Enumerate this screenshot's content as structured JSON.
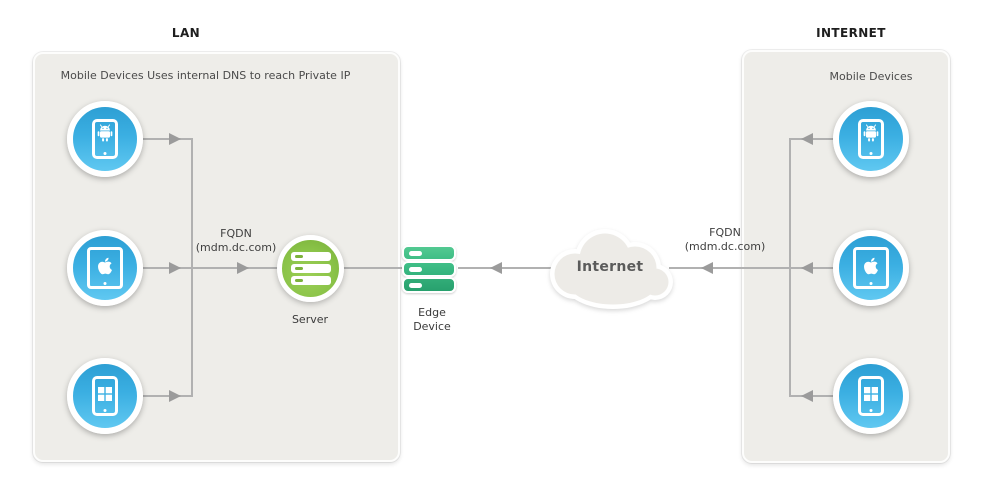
{
  "lan": {
    "title": "LAN",
    "caption": "Mobile Devices Uses internal DNS to reach Private IP",
    "devices": [
      "android-phone",
      "apple-tablet",
      "windows-phone"
    ],
    "fqdn": {
      "line1": "FQDN",
      "line2": "(mdm.dc.com)"
    },
    "server_label": "Server"
  },
  "edge": {
    "label_line1": "Edge",
    "label_line2": "Device"
  },
  "cloud": {
    "label": "Internet"
  },
  "internet": {
    "title": "INTERNET",
    "caption": "Mobile Devices",
    "devices": [
      "android-phone",
      "apple-tablet",
      "windows-phone"
    ],
    "fqdn": {
      "line1": "FQDN",
      "line2": "(mdm.dc.com)"
    }
  },
  "colors": {
    "device_blue": "#3bafe2",
    "server_green": "#8ac348",
    "edge_teal": "#3cba84",
    "panel_bg": "#eeede9",
    "cloud_bg": "#edebe7",
    "line_gray": "#b1b1b1",
    "arrow_gray": "#9b9b9b"
  }
}
